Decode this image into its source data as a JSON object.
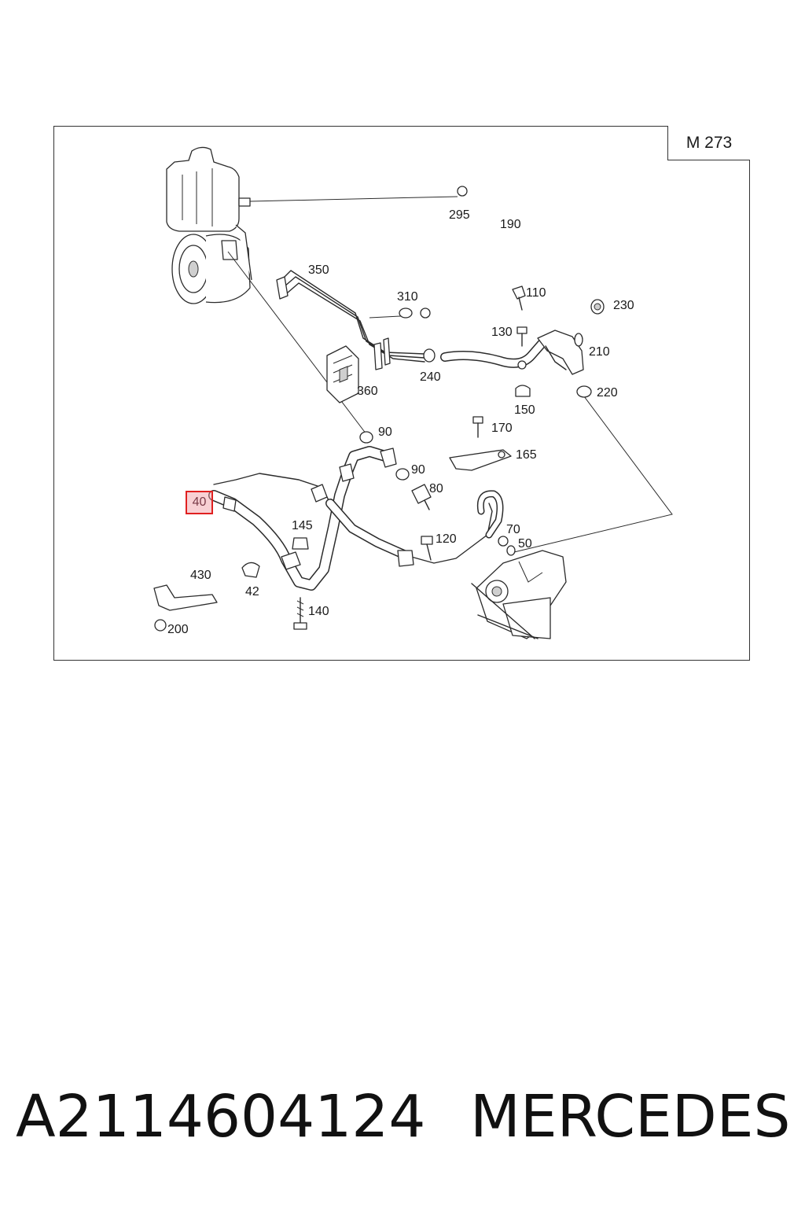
{
  "diagram": {
    "model_label": "M 273",
    "highlighted_callout": "40",
    "callouts": [
      {
        "id": "c295",
        "label": "295"
      },
      {
        "id": "c190",
        "label": "190"
      },
      {
        "id": "c350",
        "label": "350"
      },
      {
        "id": "c310",
        "label": "310"
      },
      {
        "id": "c110",
        "label": "110"
      },
      {
        "id": "c230",
        "label": "230"
      },
      {
        "id": "c130",
        "label": "130"
      },
      {
        "id": "c210",
        "label": "210"
      },
      {
        "id": "c240",
        "label": "240"
      },
      {
        "id": "c360",
        "label": "360"
      },
      {
        "id": "c220",
        "label": "220"
      },
      {
        "id": "c150",
        "label": "150"
      },
      {
        "id": "c170",
        "label": "170"
      },
      {
        "id": "c90a",
        "label": "90"
      },
      {
        "id": "c165",
        "label": "165"
      },
      {
        "id": "c90b",
        "label": "90"
      },
      {
        "id": "c80",
        "label": "80"
      },
      {
        "id": "c145",
        "label": "145"
      },
      {
        "id": "c70",
        "label": "70"
      },
      {
        "id": "c120",
        "label": "120"
      },
      {
        "id": "c50",
        "label": "50"
      },
      {
        "id": "c430",
        "label": "430"
      },
      {
        "id": "c42",
        "label": "42"
      },
      {
        "id": "c140",
        "label": "140"
      },
      {
        "id": "c200",
        "label": "200"
      }
    ]
  },
  "footer": {
    "part_number": "A2114604124",
    "brand": "MERCEDES"
  }
}
